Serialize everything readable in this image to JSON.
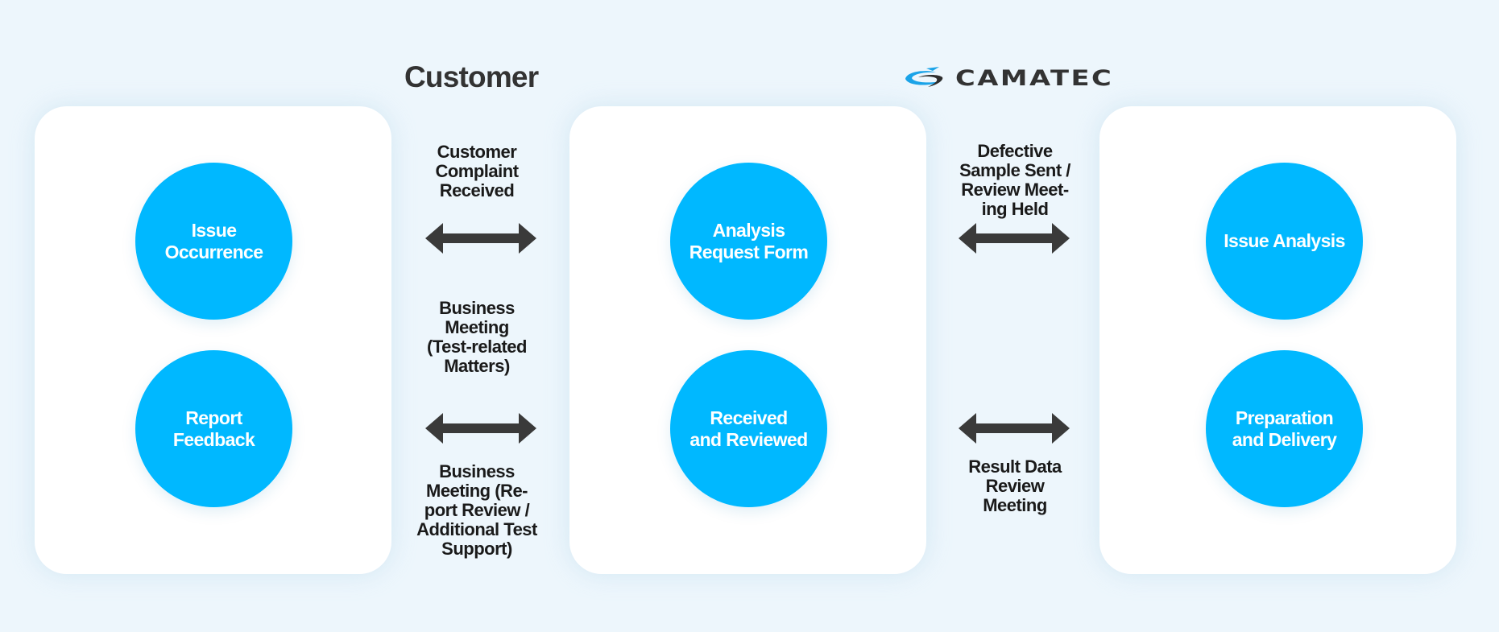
{
  "headings": {
    "customer": "Customer",
    "company_logo": "CAMATEC"
  },
  "colors": {
    "background": "#edf6fc",
    "card": "#ffffff",
    "circle": "#00b8ff",
    "arrow": "#3a3a3a",
    "text": "#1a1a1a",
    "logo_accent": "#1aa3e8"
  },
  "columns": {
    "customer": {
      "nodes": [
        "Issue\nOccurrence",
        "Report\nFeedback"
      ]
    },
    "middle": {
      "nodes": [
        "Analysis\nRequest Form",
        "Received\nand Reviewed"
      ]
    },
    "camatec": {
      "nodes": [
        "Issue Analysis",
        "Preparation\nand Delivery"
      ]
    }
  },
  "connectors": {
    "left_top_label": "Customer\nComplaint\nReceived",
    "left_middle_label": "Business\nMeeting\n(Test-related\nMatters)",
    "left_bottom_label": "Business\nMeeting (Re-\nport Review /\nAdditional Test\nSupport)",
    "right_top_label": "Defective\nSample Sent /\nReview Meet-\ning Held",
    "right_bottom_label": "Result Data\nReview\nMeeting"
  },
  "icons": {
    "arrow": "double-headed-arrow",
    "logo": "camatec-swoosh-logo"
  }
}
